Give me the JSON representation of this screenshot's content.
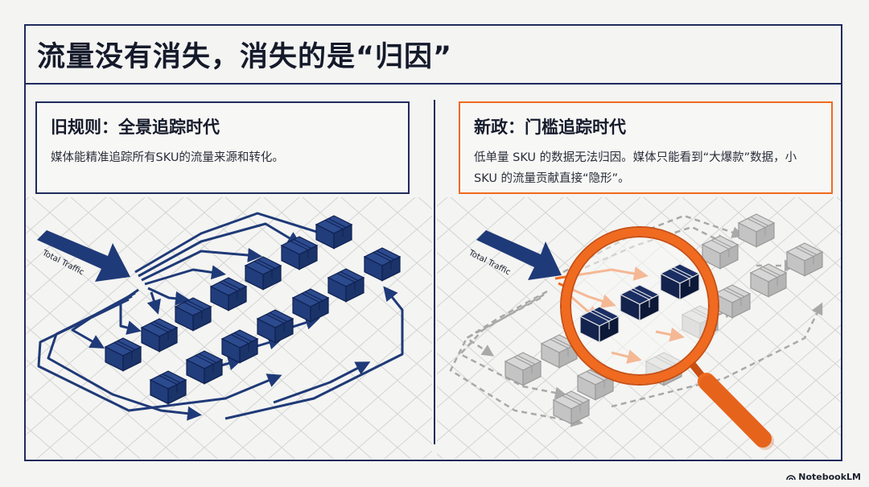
{
  "title": "流量没有消失，消失的是“归因”",
  "old_rule": {
    "heading": "旧规则：全景追踪时代",
    "description": "媒体能精准追踪所有SKU的流量来源和转化。"
  },
  "new_rule": {
    "heading": "新政：门槛追踪时代",
    "description": "低单量 SKU 的数据无法归因。媒体只能看到“大爆款”数据，小 SKU 的流量贡献直接“隐形”。"
  },
  "left_illustration": {
    "traffic_label": "Total Traffic"
  },
  "right_illustration": {
    "traffic_label": "Total Traffic"
  },
  "colors": {
    "navy": "#1f3a78",
    "dark_navy": "#13234d",
    "orange": "#f06a1f",
    "grey_box": "#c9c9c9",
    "grid": "#cfcfcf"
  },
  "watermark": "NotebookLM"
}
